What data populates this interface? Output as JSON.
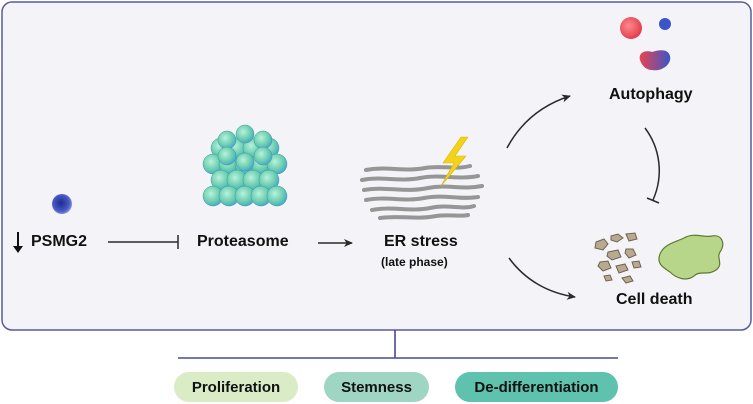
{
  "nodes": {
    "psmg2": "PSMG2",
    "proteasome": "Proteasome",
    "er_stress": "ER stress",
    "er_stress_sub": "(late phase)",
    "autophagy": "Autophagy",
    "cell_death": "Cell death"
  },
  "outcomes": [
    {
      "label": "Proliferation",
      "color": "#d9ecc6"
    },
    {
      "label": "Stemness",
      "color": "#9fd6c3"
    },
    {
      "label": "De-differentiation",
      "color": "#5ec2ae"
    }
  ],
  "colors": {
    "panel_border": "#5b5a9e",
    "panel_fill": "#f4f4f8",
    "arrow": "#2a2a2a",
    "psmg2_dot": "#2b3aa8",
    "proteasome_top": "#6fd1b0",
    "proteasome_bottom": "#3f8fd6",
    "er_membrane": "#8c8c8c",
    "lightning": "#f2d21a",
    "autophagy_red": "#e8454f",
    "autophagy_blue": "#3c54c8",
    "debris": "#b8a98f",
    "dead_cell": "#b7d68a"
  },
  "icons": [
    "down-arrow-icon",
    "proteasome-icon",
    "er-stress-icon",
    "lightning-icon",
    "autophagy-icon",
    "cell-debris-icon",
    "dead-cell-icon"
  ]
}
